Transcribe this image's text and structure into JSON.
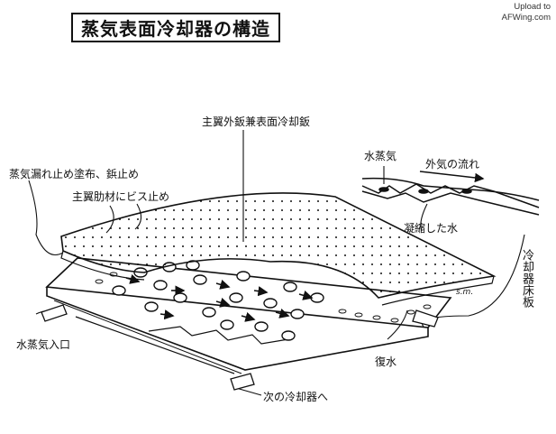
{
  "title": "蒸気表面冷却器の構造",
  "watermark": {
    "line1": "Upload to",
    "line2": "AFWing.com"
  },
  "labels": {
    "outer_skin": "主翼外鈑兼表面冷却鈑",
    "steam": "水蒸気",
    "outside_air": "外気の流れ",
    "condensed": "凝縮した水",
    "sealant": "蒸気漏れ止め塗布、鋲止め",
    "rib_screws": "主翼肋材にビス止め",
    "base_plate": "冷却器床板",
    "steam_inlet": "水蒸気入口",
    "return_water": "復水",
    "next_cooler": "次の冷却器へ",
    "signature": "s.m."
  },
  "colors": {
    "ink": "#111111",
    "paper": "#ffffff"
  }
}
